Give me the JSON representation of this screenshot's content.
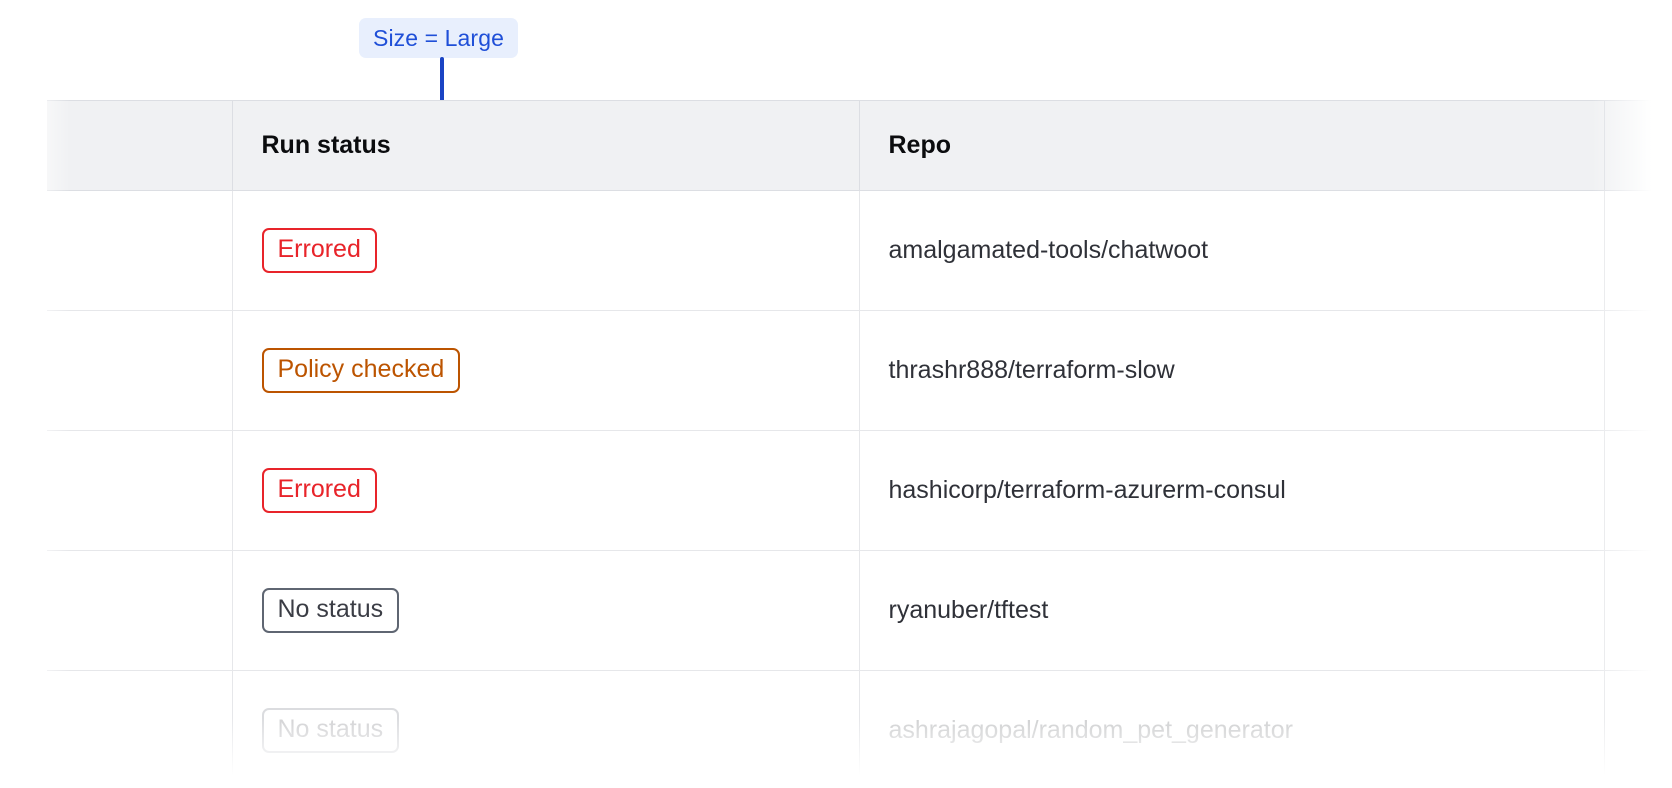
{
  "annotation": {
    "label": "Size = Large",
    "accent_color": "#1f4fd8",
    "background_color": "#e8effd",
    "connector_color": "#1a44c4"
  },
  "table": {
    "columns": [
      {
        "key": "spacer",
        "label": ""
      },
      {
        "key": "run_status",
        "label": "Run status"
      },
      {
        "key": "repo",
        "label": "Repo"
      },
      {
        "key": "tail",
        "label": ""
      }
    ],
    "rows": [
      {
        "run_status": "Errored",
        "status_variant": "errored",
        "repo": "amalgamated-tools/chatwoot"
      },
      {
        "run_status": "Policy checked",
        "status_variant": "policy-checked",
        "repo": "thrashr888/terraform-slow"
      },
      {
        "run_status": "Errored",
        "status_variant": "errored",
        "repo": "hashicorp/terraform-azurerm-consul"
      },
      {
        "run_status": "No status",
        "status_variant": "no-status",
        "repo": "ryanuber/tftest"
      },
      {
        "run_status": "No status",
        "status_variant": "no-status",
        "repo": "ashrajagopal/random_pet_generator"
      }
    ],
    "status_colors": {
      "errored": "#e8242a",
      "policy-checked": "#bc5400",
      "no-status": "#5f6672"
    },
    "header_background": "#f0f1f3",
    "border_color": "#dcdee3"
  }
}
